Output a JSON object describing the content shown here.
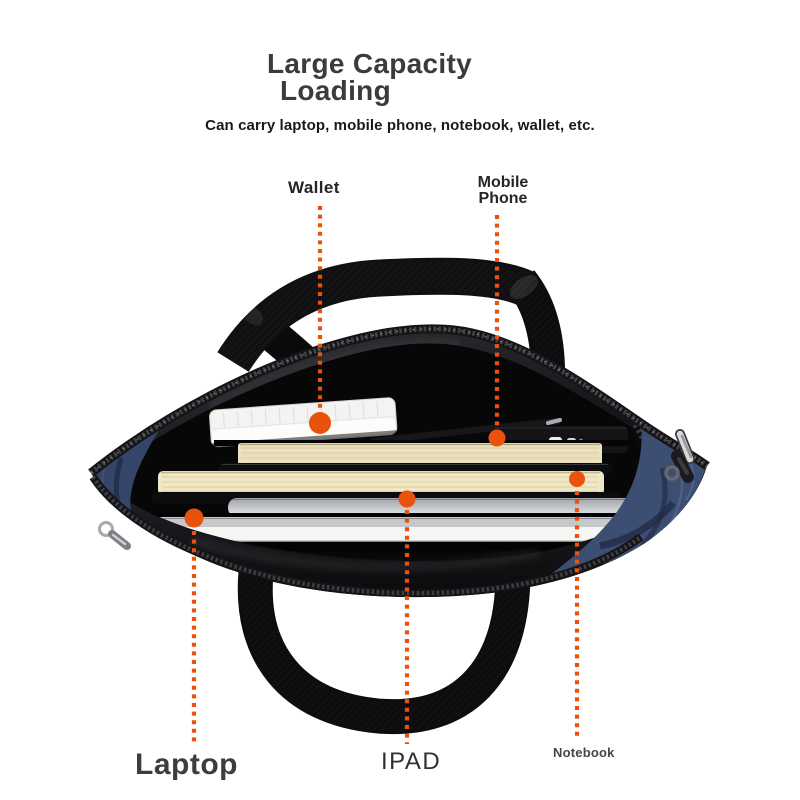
{
  "header": {
    "title_line1": "Large Capacity",
    "title_line2": "Loading",
    "subtitle": "Can carry laptop, mobile phone, notebook, wallet, etc."
  },
  "annotations": {
    "wallet": {
      "label": "Wallet"
    },
    "mobile_phone": {
      "line1": "Mobile",
      "line2": "Phone"
    },
    "laptop": {
      "label": "Laptop"
    },
    "ipad": {
      "label": "IPAD"
    },
    "notebook": {
      "label": "Notebook"
    }
  },
  "colors": {
    "accent_orange": "#e8520c",
    "title_gray": "#3b3b3b",
    "subtitle_black": "#191919",
    "label_dark": "#262626",
    "bag_navy": "#3c4e72",
    "bag_black": "#101013",
    "notebook_cream": "#f0e7c6",
    "device_silver": "#c6c8ca"
  }
}
